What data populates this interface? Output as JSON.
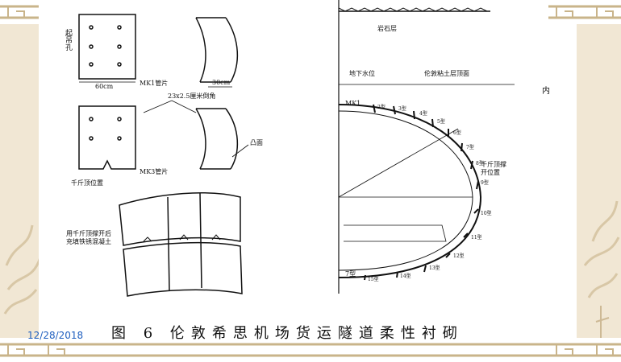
{
  "slide": {
    "date": "12/28/2018",
    "caption": "图 6   伦敦希思机场货运隧道柔性衬砌",
    "side_text": "内"
  },
  "figure": {
    "labels": {
      "lifting_hole": "起吊孔",
      "width_top": "60cm",
      "mk1": "MK1管片",
      "depth": "30cm",
      "bolt_hole": "23x2.5厘米倒角",
      "bulge": "凸面",
      "jack_position": "千斤顶位置",
      "mk3": "MK3管片",
      "jack_note": "用千斤顶撑开后充填铁锈混凝土",
      "bedrock": "岩石层",
      "groundwater": "地下水位",
      "clay_top": "伦敦粘土层顶面",
      "ring_mk1": "MK1",
      "ring_bottom": "7型",
      "jack_open": "千斤顶撑开位置"
    },
    "ring_marks": [
      "2型",
      "3型",
      "4型",
      "5型",
      "6型",
      "7型",
      "8型",
      "9型",
      "10型",
      "11型",
      "12型",
      "13型",
      "14型",
      "15型"
    ]
  },
  "colors": {
    "border_bg": "#efe4cf",
    "pattern": "#c9b48a",
    "date": "#1f5fbf"
  }
}
